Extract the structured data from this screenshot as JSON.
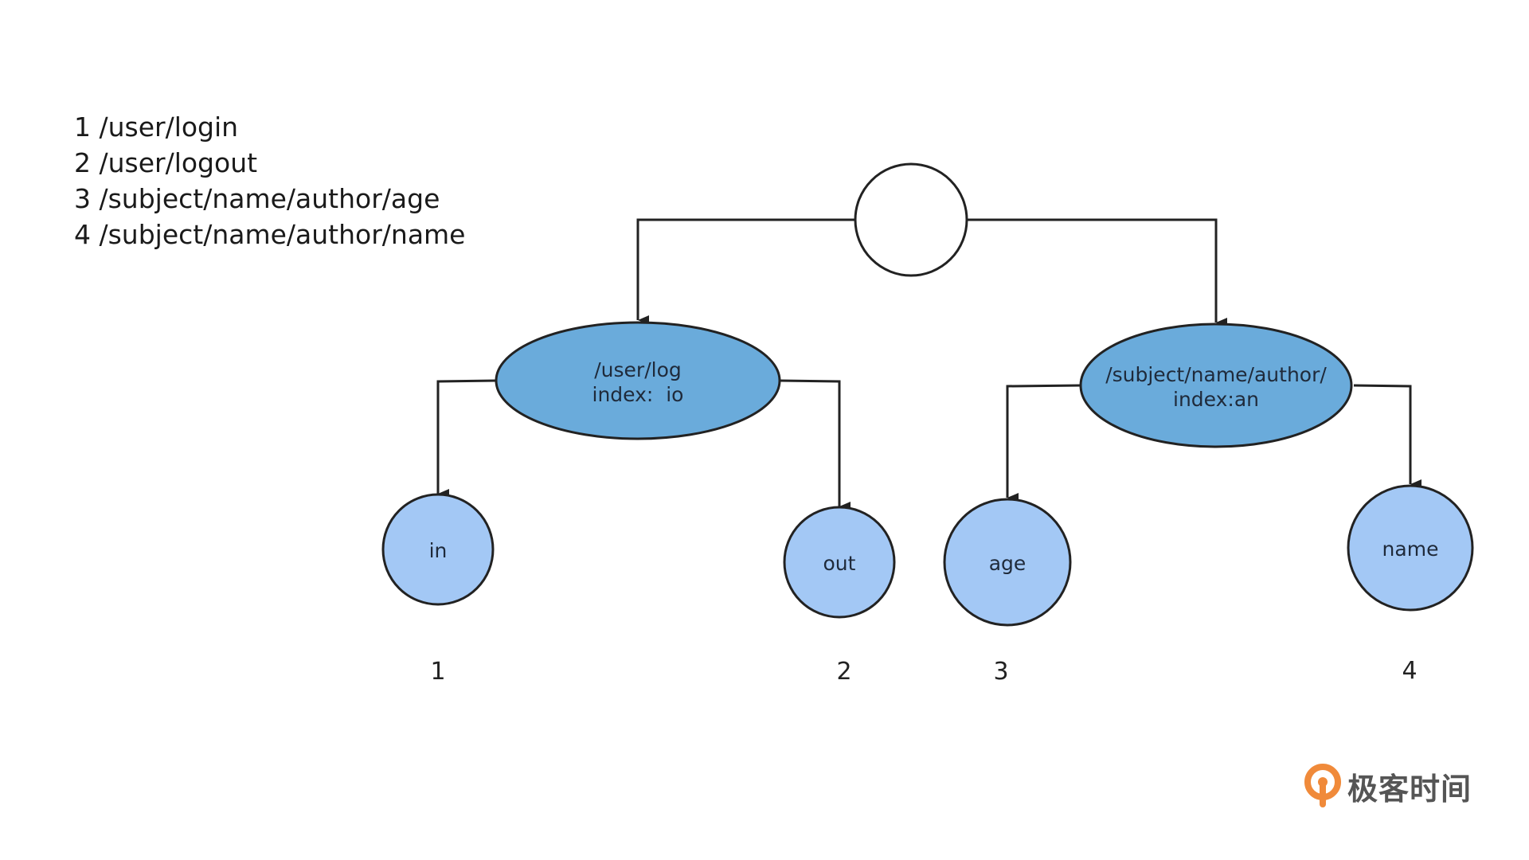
{
  "routes": [
    "1 /user/login",
    "2 /user/logout",
    "3 /subject/name/author/age",
    "4 /subject/name/author/name"
  ],
  "tree": {
    "root": {
      "label": ""
    },
    "left_branch": {
      "prefix": "/user/log",
      "index": "index:  io",
      "leaves": [
        {
          "label": "in",
          "number": "1"
        },
        {
          "label": "out",
          "number": "2"
        }
      ]
    },
    "right_branch": {
      "prefix": "/subject/name/author/",
      "index": "index:an",
      "leaves": [
        {
          "label": "age",
          "number": "3"
        },
        {
          "label": "name",
          "number": "4"
        }
      ]
    }
  },
  "colors": {
    "branch_fill": "#6aabdb",
    "leaf_fill": "#a3c8f5",
    "stroke": "#222222",
    "brand_orange": "#f08a3a"
  },
  "brand": {
    "icon": "geektime-logo-icon",
    "text": "极客时间"
  }
}
